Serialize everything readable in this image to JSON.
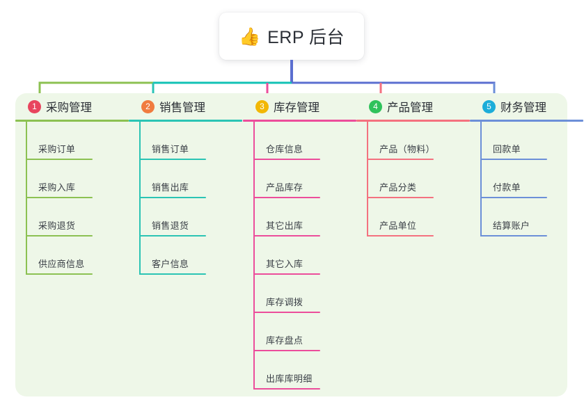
{
  "root": {
    "emoji": "👍",
    "emoji_name": "thumbs-up-emoji",
    "title": "ERP 后台"
  },
  "palette": {
    "panel_background": "#eef7e8",
    "page_background": "#ffffff",
    "text": "#2b2f36",
    "connector_left": "#8cc152",
    "connector_mid": "#12c2b5",
    "connector_right": "#5b6fd0"
  },
  "branches": [
    {
      "number": "1",
      "label": "采购管理",
      "badge_color": "#e8455e",
      "line_color": "#8cc152",
      "children": [
        "采购订单",
        "采购入库",
        "采购退货",
        "供应商信息"
      ]
    },
    {
      "number": "2",
      "label": "销售管理",
      "badge_color": "#f07b3f",
      "line_color": "#2bc4b4",
      "children": [
        "销售订单",
        "销售出库",
        "销售退货",
        "客户信息"
      ]
    },
    {
      "number": "3",
      "label": "库存管理",
      "badge_color": "#f2b705",
      "line_color": "#ec4d9b",
      "children": [
        "仓库信息",
        "产品库存",
        "其它出库",
        "其它入库",
        "库存调拨",
        "库存盘点",
        "出库库明细"
      ]
    },
    {
      "number": "4",
      "label": "产品管理",
      "badge_color": "#2fc25b",
      "line_color": "#f4717f",
      "children": [
        "产品（物料）",
        "产品分类",
        "产品单位"
      ]
    },
    {
      "number": "5",
      "label": "财务管理",
      "badge_color": "#1cadd9",
      "line_color": "#6c8fd8",
      "children": [
        "回款单",
        "付款单",
        "结算账户"
      ]
    }
  ]
}
